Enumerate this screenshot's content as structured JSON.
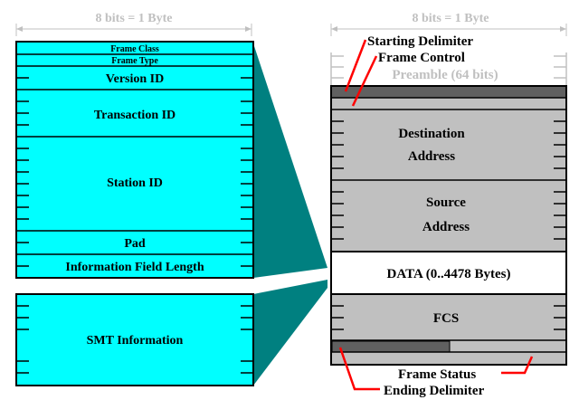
{
  "left": {
    "width_label": "8 bits = 1 Byte",
    "fields": {
      "frame_class": "Frame Class",
      "frame_type": "Frame Type",
      "version_id": "Version ID",
      "transaction_id": "Transaction ID",
      "station_id": "Station ID",
      "pad": "Pad",
      "info_field_length": "Information Field Length",
      "smt_information": "SMT Information"
    }
  },
  "right": {
    "width_label": "8 bits = 1 Byte",
    "preamble": "Preamble (64 bits)",
    "fields": {
      "destination_1": "Destination",
      "destination_2": "Address",
      "source_1": "Source",
      "source_2": "Address",
      "data": "DATA (0..4478 Bytes)",
      "fcs": "FCS"
    },
    "callouts": {
      "starting_delimiter": "Starting Delimiter",
      "frame_control": "Frame Control",
      "frame_status": "Frame Status",
      "ending_delimiter": "Ending Delimiter"
    }
  },
  "colors": {
    "smt_fill": "#00ffff",
    "mac_fill": "#c0c0c0",
    "wedge": "#008080",
    "callout_line": "#ff0000",
    "dark_band": "#606060",
    "dim_label": "#c0c0c0"
  }
}
